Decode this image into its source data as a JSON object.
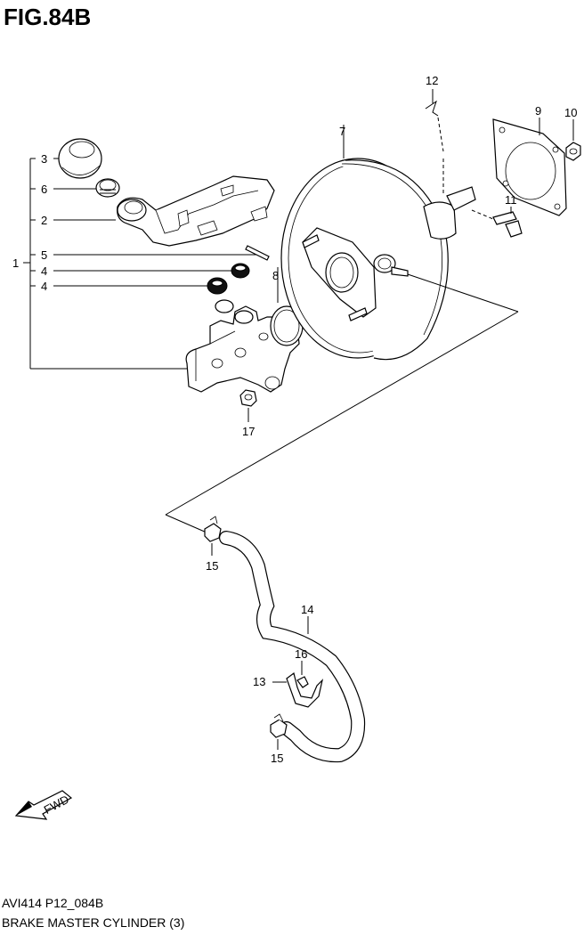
{
  "figure": {
    "title": "FIG.84B"
  },
  "callouts": {
    "c1": "1",
    "c2": "2",
    "c3": "3",
    "c4a": "4",
    "c4b": "4",
    "c5": "5",
    "c6": "6",
    "c7": "7",
    "c8": "8",
    "c9": "9",
    "c10": "10",
    "c11": "11",
    "c12": "12",
    "c13": "13",
    "c14": "14",
    "c15a": "15",
    "c15b": "15",
    "c16": "16",
    "c17": "17"
  },
  "fwd_label": "FWD",
  "footer": {
    "code": "AVI414 P12_084B",
    "title": "BRAKE MASTER CYLINDER (3)"
  }
}
